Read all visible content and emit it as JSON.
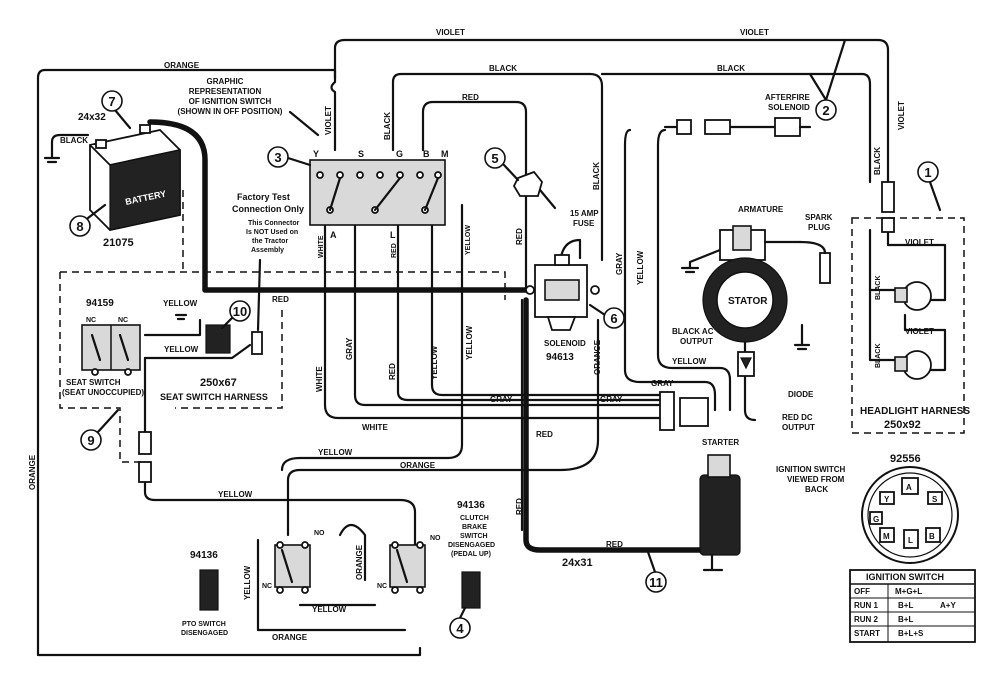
{
  "wire_labels": {
    "orange_top": "ORANGE",
    "violet_top": "VIOLET",
    "violet_top_right": "VIOLET",
    "black_top": "BLACK",
    "black_top_right": "BLACK",
    "violet_vertical": "VIOLET",
    "black_vertical": "BLACK",
    "red_top": "RED",
    "black_fuse": "BLACK",
    "violet_right": "VIOLET",
    "black_right": "BLACK",
    "black_battery": "BLACK",
    "red_fuse": "RED",
    "gray_stator": "GRAY",
    "yellow_stator": "YELLOW",
    "white_ignition": "WHITE",
    "red_ignition": "RED",
    "yellow_ignition": "YELLOW",
    "red_harness": "RED",
    "yellow_seat": "YELLOW",
    "yellow_seat2": "YELLOW",
    "white_vertical": "WHITE",
    "gray_vertical": "GRAY",
    "red_vertical": "RED",
    "yellow_vertical": "YELLOW",
    "yellow_vertical2": "YELLOW",
    "orange_solenoid": "ORANGE",
    "gray_bottom": "GRAY",
    "gray_bottom2": "GRAY",
    "gray_right": "GRAY",
    "white_bottom": "WHITE",
    "red_bottom": "RED",
    "yellow_lower": "YELLOW",
    "orange_lower": "ORANGE",
    "yellow_lower2": "YELLOW",
    "orange_left": "ORANGE",
    "red_starter_vert": "RED",
    "red_starter": "RED",
    "yellow_clutch_left": "YELLOW",
    "orange_clutch": "ORANGE",
    "yellow_clutch_bottom": "YELLOW",
    "orange_clutch_bottom": "ORANGE",
    "violet_headlight1": "VIOLET",
    "violet_headlight2": "VIOLET",
    "black_headlight1": "BLACK",
    "black_headlight2": "BLACK",
    "yellow_diode": "YELLOW"
  },
  "components": {
    "graphic_title": [
      "GRAPHIC",
      "REPRESENTATION",
      "OF IGNITION SWITCH",
      "(SHOWN IN OFF POSITION)"
    ],
    "ignition_terminals": [
      "Y",
      "S",
      "G",
      "B",
      "M",
      "A",
      "L"
    ],
    "battery_label": "BATTERY",
    "battery_part": "21075",
    "battery_cable": "24x32",
    "factory_test": [
      "Factory Test",
      "Connection Only"
    ],
    "connector_note": [
      "This Connector",
      "Is NOT Used on",
      "the Tractor",
      "Assembly"
    ],
    "fuse_label": [
      "15 AMP",
      "FUSE"
    ],
    "afterfire_label": [
      "AFTERFIRE",
      "SOLENOID"
    ],
    "armature_label": "ARMATURE",
    "spark_plug_label": [
      "SPARK",
      "PLUG"
    ],
    "stator_label": "STATOR",
    "solenoid_label": "SOLENOID",
    "solenoid_part": "94613",
    "seat_switch_part": "94159",
    "nc_labels": [
      "NC",
      "NC"
    ],
    "seat_switch_label": [
      "SEAT SWITCH",
      "(SEAT UNOCCUPIED)"
    ],
    "seat_harness_part": "250x67",
    "seat_harness_label": "SEAT SWITCH HARNESS",
    "black_ac": [
      "BLACK AC",
      "OUTPUT"
    ],
    "diode_label": "DIODE",
    "red_dc": [
      "RED DC",
      "OUTPUT"
    ],
    "headlight_harness": "HEADLIGHT HARNESS",
    "headlight_part": "250x92",
    "starter_label": "STARTER",
    "starter_cable": "24x31",
    "clutch_part": "94136",
    "clutch_label": [
      "CLUTCH",
      "BRAKE",
      "SWITCH",
      "DISENGAGED",
      "(PEDAL UP)"
    ],
    "pto_part": "94136",
    "pto_label": [
      "PTO SWITCH",
      "DISENGAGED"
    ],
    "switch_nc_no": [
      "NO",
      "NC",
      "NO",
      "NC"
    ],
    "key_part": "92556",
    "key_view_label": [
      "IGNITION SWITCH",
      "VIEWED FROM",
      "BACK"
    ],
    "key_letters": [
      "Y",
      "A",
      "S",
      "G",
      "M",
      "L",
      "B"
    ]
  },
  "callouts": [
    "1",
    "2",
    "3",
    "4",
    "5",
    "6",
    "7",
    "8",
    "9",
    "10",
    "11"
  ],
  "ignition_table": {
    "title": "IGNITION SWITCH",
    "rows": [
      {
        "position": "OFF",
        "circuit": "M+G+L",
        "extra": ""
      },
      {
        "position": "RUN 1",
        "circuit": "B+L",
        "extra": "A+Y"
      },
      {
        "position": "RUN 2",
        "circuit": "B+L",
        "extra": ""
      },
      {
        "position": "START",
        "circuit": "B+L+S",
        "extra": ""
      }
    ]
  }
}
